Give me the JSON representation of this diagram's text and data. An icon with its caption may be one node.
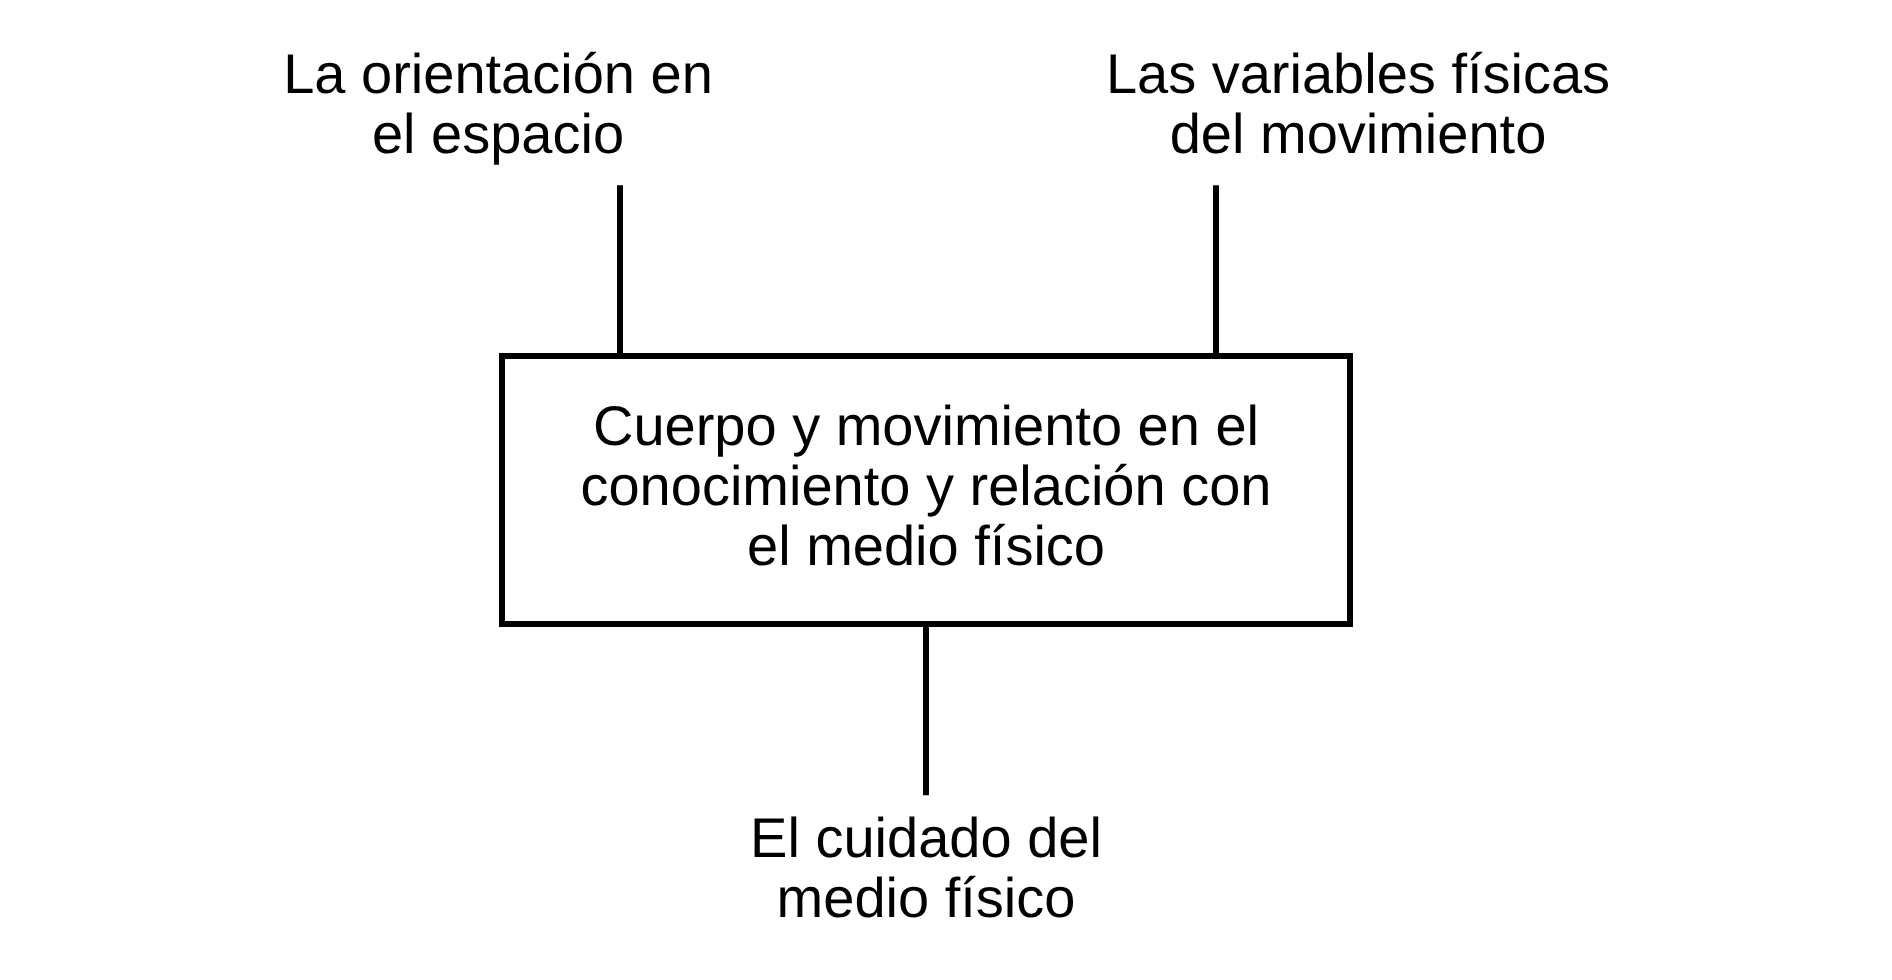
{
  "diagram": {
    "nodes": [
      {
        "text": [
          "Cuerpo y movimiento en el conocimiento y relación con el medio físico"
        ]
      },
      {
        "text": [
          "La orientación en el espacio"
        ]
      },
      {
        "text": [
          "Las variables físicas del movimiento"
        ]
      },
      {
        "text": [
          "El cuidado del medio físico"
        ]
      }
    ],
    "edges": [
      {
        "from": 1,
        "to": 0,
        "arrow": "none"
      },
      {
        "from": 2,
        "to": 0,
        "arrow": "none"
      },
      {
        "from": 0,
        "to": 3,
        "arrow": "none"
      }
    ]
  }
}
